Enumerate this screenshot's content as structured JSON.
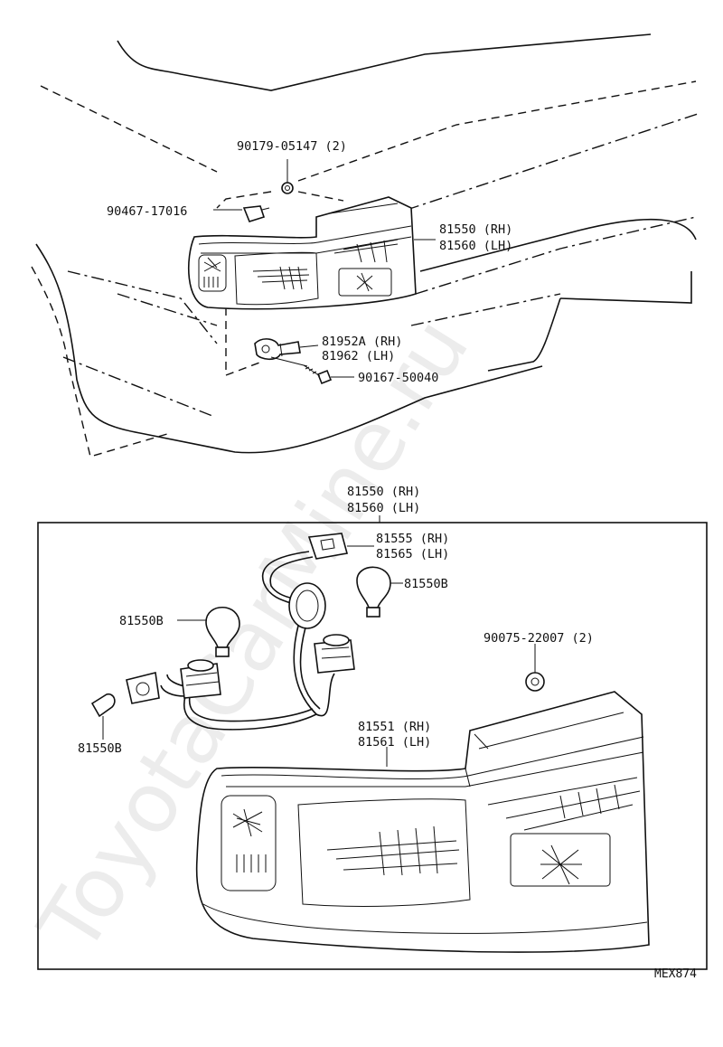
{
  "watermark": "ToyotaCarMine.ru",
  "reference_code": "MEX874",
  "upper_view": {
    "labels": {
      "screw_top": "90179-05147 (2)",
      "clip": "90467-17016",
      "lamp_rh": "81550 (RH)",
      "lamp_lh": "81560 (LH)",
      "bracket_rh": "81952A (RH)",
      "bracket_lh": "81962  (LH)",
      "bolt": "90167-50040"
    }
  },
  "lower_view": {
    "title_rh": "81550 (RH)",
    "title_lh": "81560 (LH)",
    "labels": {
      "socket_rh": "81555 (RH)",
      "socket_lh": "81565 (LH)",
      "bulb_right": "81550B",
      "bulb_left": "81550B",
      "bulb_small": "81550B",
      "nut": "90075-22007 (2)",
      "lens_rh": "81551 (RH)",
      "lens_lh": "81561 (LH)"
    }
  }
}
